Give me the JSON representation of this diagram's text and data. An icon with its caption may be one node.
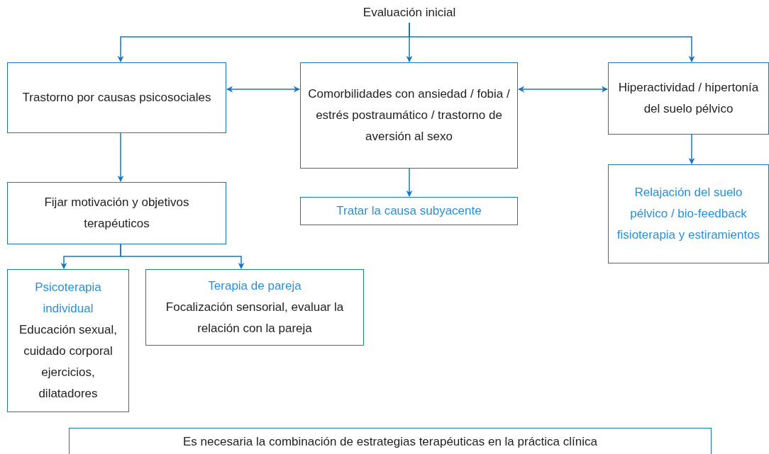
{
  "diagram": {
    "nodes": [
      {
        "text": [
          "Evaluación inicial"
        ]
      },
      {
        "text": [
          "Trastorno por causas psicosociales"
        ]
      },
      {
        "text": [
          "Comorbilidades con ansiedad / fobia / estrés postraumático / trastorno de aversión al sexo"
        ]
      },
      {
        "text": [
          "Hiperactividad / hipertonía del suelo pélvico"
        ]
      },
      {
        "text": [
          "Fijar motivación y objetivos terapéuticos"
        ]
      },
      {
        "text": [
          "Tratar la causa subyacente"
        ]
      },
      {
        "text": [
          "Relajación del suelo pélvico / bio-feedback fisioterapia y estiramientos"
        ]
      },
      {
        "text": [
          "Psicoterapia individual",
          "Educación sexual, cuidado corporal ejercicios, dilatadores"
        ]
      },
      {
        "text": [
          "Terapia de pareja",
          "Focalización sensorial, evaluar la relación con la pareja"
        ]
      },
      {
        "text": [
          "Es necesaria la combinación de estrategias terapéuticas en la práctica clínica"
        ]
      }
    ],
    "edges": [
      {
        "from": 0,
        "to": 1,
        "arrow": "to"
      },
      {
        "from": 0,
        "to": 2,
        "arrow": "to"
      },
      {
        "from": 0,
        "to": 3,
        "arrow": "to"
      },
      {
        "from": 1,
        "to": 2,
        "arrow": "both"
      },
      {
        "from": 2,
        "to": 3,
        "arrow": "both"
      },
      {
        "from": 1,
        "to": 4,
        "arrow": "to"
      },
      {
        "from": 2,
        "to": 5,
        "arrow": "to"
      },
      {
        "from": 3,
        "to": 6,
        "arrow": "to"
      },
      {
        "from": 4,
        "to": 7,
        "arrow": "to"
      },
      {
        "from": 4,
        "to": 8,
        "arrow": "to"
      }
    ]
  }
}
